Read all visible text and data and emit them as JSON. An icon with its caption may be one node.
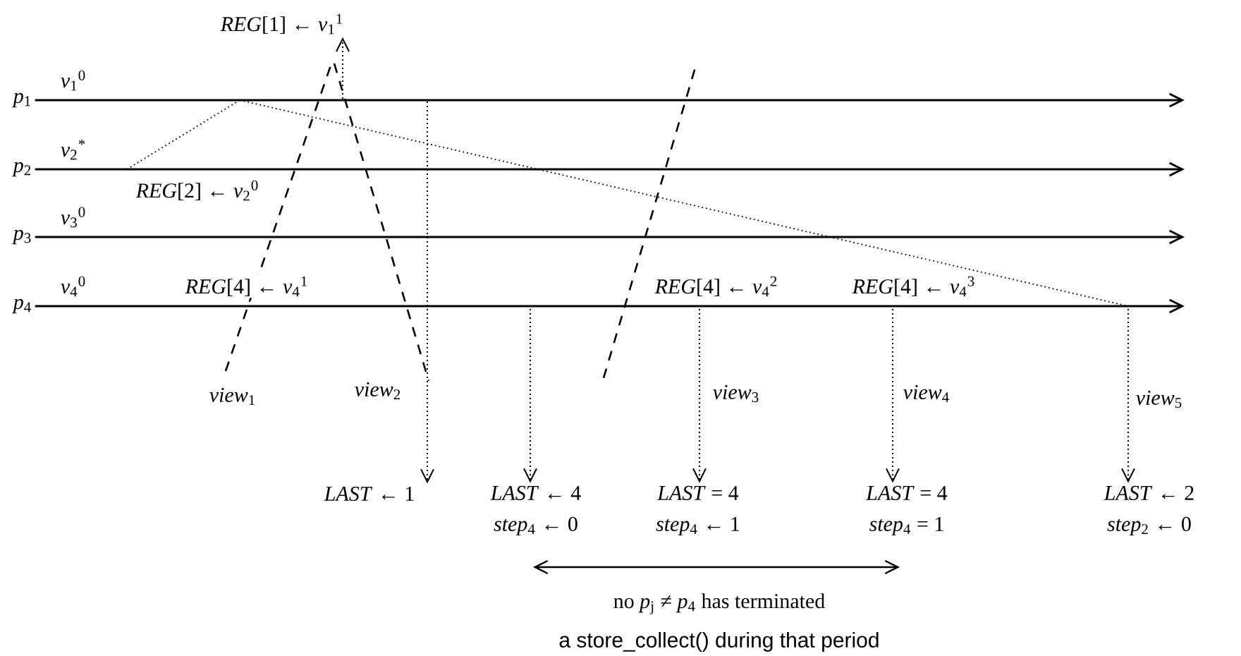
{
  "diagram": {
    "nodes": [
      {
        "text": [
          "*p*$_{1}$"
        ]
      },
      {
        "text": [
          "*p*$_{2}$"
        ]
      },
      {
        "text": [
          "*p*$_{3}$"
        ]
      },
      {
        "text": [
          "*p*$_{4}$"
        ]
      },
      {
        "text": [
          "*REG*[1] ← *v*$_{1}$$^{1}$"
        ]
      },
      {
        "text": [
          "*LAST* ← 1"
        ]
      },
      {
        "text": [
          "*LAST* ← 4",
          "*step*$_{4}$ ← 0"
        ]
      },
      {
        "text": [
          "*LAST* = 4",
          "*step*$_{4}$ ← 1"
        ]
      },
      {
        "text": [
          "*LAST* = 4",
          "*step*$_{4}$ = 1"
        ]
      },
      {
        "text": [
          "*LAST* ← 2",
          "*step*$_{2}$ ← 0"
        ]
      }
    ],
    "edges": [
      {
        "from": 0,
        "to": null,
        "arrow": "to"
      },
      {
        "from": 1,
        "to": null,
        "arrow": "to"
      },
      {
        "from": 2,
        "to": null,
        "arrow": "to"
      },
      {
        "from": 3,
        "to": null,
        "arrow": "to"
      },
      {
        "from": null,
        "to": 4,
        "arrow": "to",
        "style": "dashed"
      },
      {
        "from": null,
        "to": 5,
        "arrow": "to",
        "style": "dashed"
      },
      {
        "from": null,
        "to": 6,
        "arrow": "to",
        "style": "dashed"
      },
      {
        "from": null,
        "to": 7,
        "arrow": "to",
        "style": "dashed"
      },
      {
        "from": null,
        "to": 8,
        "arrow": "to",
        "style": "dashed"
      },
      {
        "from": null,
        "to": 9,
        "arrow": "to",
        "style": "dashed"
      }
    ],
    "labels": [
      "*v*$_{1}$$^{0}$",
      "*v*$_{2}$$^{*}$",
      "*REG*[2] ← *v*$_{2}$$^{0}$",
      "*v*$_{3}$$^{0}$",
      "*v*$_{4}$$^{0}$",
      "*REG*[4] ← *v*$_{4}$$^{1}$",
      "*REG*[4] ← *v*$_{4}$$^{2}$",
      "*REG*[4] ← *v*$_{4}$$^{3}$",
      "*view*$_{1}$",
      "*view*$_{2}$",
      "*view*$_{3}$",
      "*view*$_{4}$",
      "*view*$_{5}$",
      "no *p*$_{j}$ ≠ *p*$_{4}$ has terminated",
      "a store_collect() during that period"
    ]
  }
}
